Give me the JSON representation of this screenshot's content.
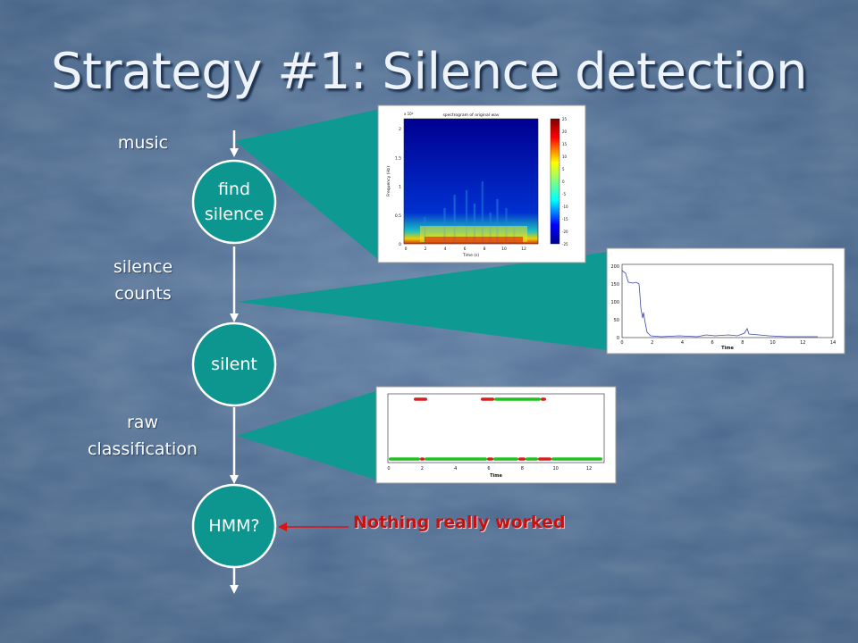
{
  "slide": {
    "title": "Strategy #1: Silence detection"
  },
  "flow": {
    "input_label": "music",
    "edge_labels": [
      {
        "line1": "silence",
        "line2": "counts"
      },
      {
        "line1": "raw",
        "line2": "classification"
      }
    ],
    "nodes": [
      {
        "line1": "find",
        "line2": "silence"
      },
      {
        "line1": "silent",
        "line2": ""
      },
      {
        "line1": "HMM?",
        "line2": ""
      }
    ],
    "node_color": "#0d9690",
    "callout_color": "#0e9a92"
  },
  "annotation": {
    "text": "Nothing really worked",
    "color": "#c81010"
  },
  "plots": {
    "spectrogram": {
      "title": "spectrogram of original wav",
      "exponent": "x 10⁴",
      "ylabel": "Frequency (Hz)",
      "xlabel": "Time (s)",
      "yticks": [
        "2",
        "1.5",
        "1",
        "0.5",
        "0"
      ],
      "xticks": [
        "0",
        "2",
        "4",
        "6",
        "8",
        "10",
        "12"
      ],
      "colorbar_ticks": [
        "25",
        "20",
        "15",
        "10",
        "5",
        "0",
        "-5",
        "-10",
        "-15",
        "-20",
        "-25"
      ]
    },
    "silence_counts": {
      "xlabel": "Time",
      "yticks": [
        "200",
        "150",
        "100",
        "50",
        "0"
      ],
      "xticks": [
        "0",
        "2",
        "4",
        "6",
        "8",
        "10",
        "12",
        "14"
      ]
    },
    "raw_classification": {
      "xlabel": "Time",
      "xticks": [
        "0",
        "2",
        "4",
        "6",
        "8",
        "10",
        "12"
      ]
    }
  }
}
